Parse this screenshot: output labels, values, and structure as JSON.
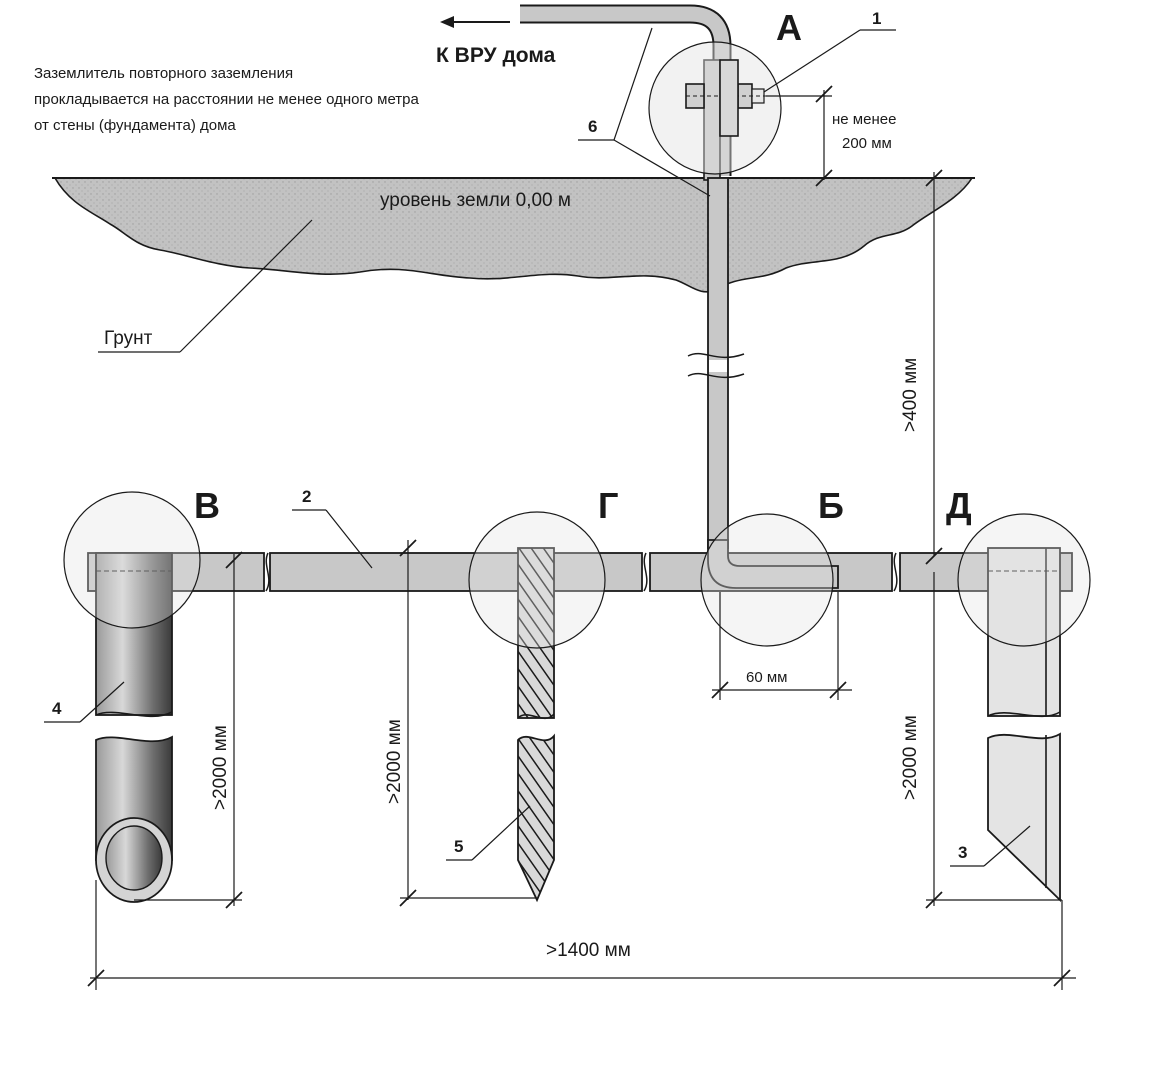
{
  "header": {
    "direction_label": "К ВРУ дома",
    "note_lines": [
      "Заземлитель повторного заземления",
      "прокладывается на расстоянии не менее одного метра",
      "от стены (фундамента) дома"
    ]
  },
  "ground": {
    "level_label": "уровень земли 0,00 м",
    "soil_label": "Грунт"
  },
  "detail_letters": {
    "A": "А",
    "B": "Б",
    "V": "В",
    "G": "Г",
    "D": "Д"
  },
  "callouts": {
    "n1": "1",
    "n2": "2",
    "n3": "3",
    "n4": "4",
    "n5": "5",
    "n6": "6"
  },
  "dimensions": {
    "bolt_clearance_line1": "не менее",
    "bolt_clearance_line2": "200 мм",
    "depth": ">400 мм",
    "rod_length_left": ">2000 мм",
    "rod_length_mid": ">2000 мм",
    "rod_length_right": ">2000 мм",
    "bend_length": "60 мм",
    "spacing": ">1400 мм"
  },
  "colors": {
    "ink": "#1a1a1a",
    "soil": "#bdbdbd",
    "steel": "#c8c8c8",
    "circle": "#e2e2e2"
  }
}
